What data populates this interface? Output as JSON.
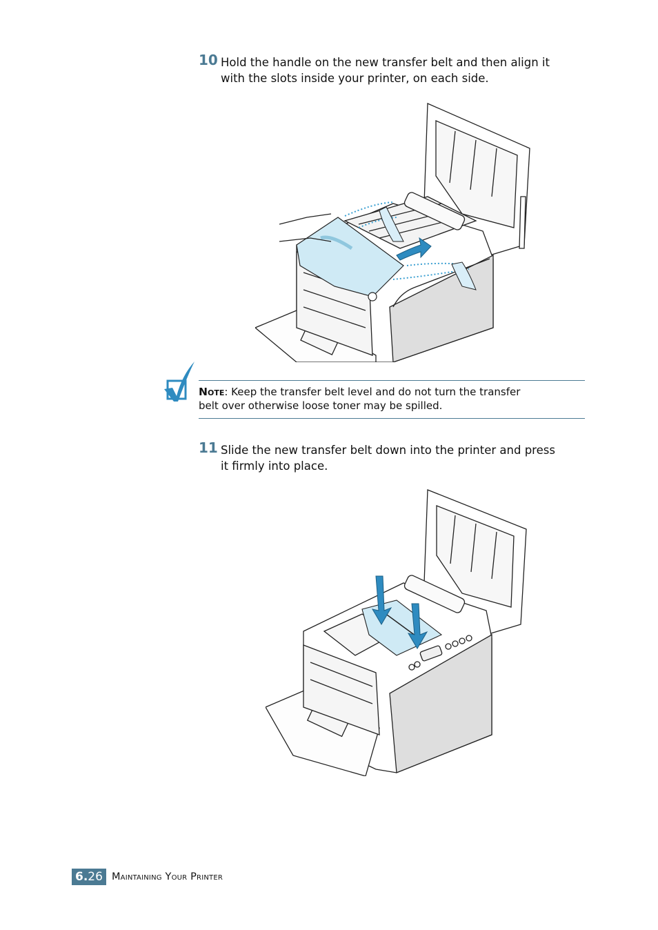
{
  "steps": [
    {
      "number": "10",
      "line1": "Hold the handle on the new transfer belt and then align it",
      "line2": "with the slots inside your printer, on each side."
    },
    {
      "number": "11",
      "line1": "Slide the new transfer belt down into the printer and press",
      "line2": "it firmly into place."
    }
  ],
  "note": {
    "label": "Note",
    "separator": ":",
    "line1": " Keep the transfer belt level and do not turn the transfer",
    "line2": "belt over otherwise loose toner may be spilled.",
    "icon": "checkmark-note-icon"
  },
  "figures": [
    {
      "name": "printer-align-transfer-belt-illustration",
      "caption": ""
    },
    {
      "name": "printer-insert-transfer-belt-illustration",
      "caption": ""
    }
  ],
  "footer": {
    "chapter": "6.",
    "page": "26",
    "title": "Maintaining Your Printer"
  },
  "colors": {
    "accent": "#4b7a93",
    "belt_highlight": "#cfeaf5",
    "arrow": "#2e8bc0"
  }
}
